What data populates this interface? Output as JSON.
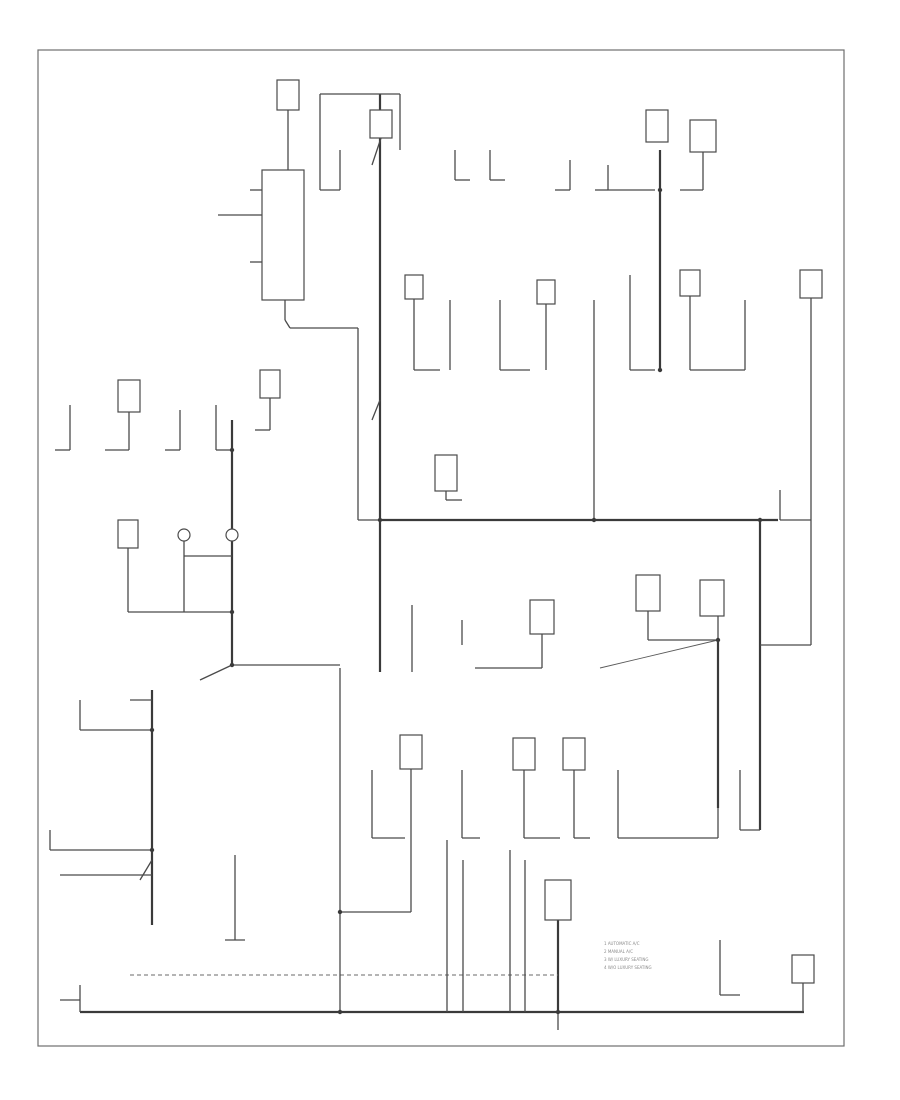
{
  "diagram": {
    "figure_code": "",
    "legend_items": [
      "1  AUTOMATIC A/C",
      "2  MANUAL A/C",
      "3  W/ LUXURY SEATING",
      "4  W/O LUXURY SEATING"
    ]
  },
  "colors": {
    "line": "#4a4a4a",
    "frame": "#6e6e6e",
    "faint_text": "#8a8a8a",
    "background": "#ffffff"
  }
}
